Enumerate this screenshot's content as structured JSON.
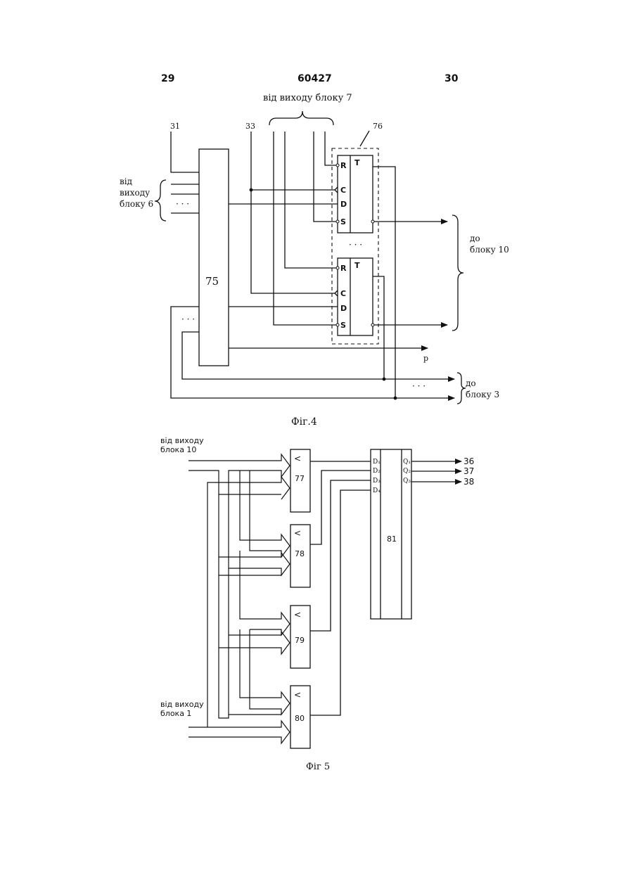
{
  "header": {
    "left_page": "29",
    "doc_number": "60427",
    "right_page": "30"
  },
  "fig4": {
    "caption": "Фіг.4",
    "block_75": "75",
    "block_76": "76",
    "bus_31": "31",
    "bus_33": "33",
    "from_block7": "від виходу блоку 7",
    "from_block6": [
      "від",
      "виходу",
      "блоку 6"
    ],
    "to_block10": [
      "до",
      "блоку 10"
    ],
    "to_block3": [
      "до",
      "блоку 3"
    ],
    "output_p": "р",
    "trigger_pins": [
      "R",
      "C",
      "D",
      "S"
    ],
    "trigger_label": "T",
    "ellipsis": "· · ·"
  },
  "fig5": {
    "caption": "Фіг 5",
    "from_block10": [
      "від виходу",
      "блока 10"
    ],
    "from_block1": [
      "від виходу",
      "блока 1"
    ],
    "comparators": [
      "77",
      "78",
      "79",
      "80"
    ],
    "less_sign": "<",
    "block_81": "81",
    "d_inputs": [
      "D₁",
      "D₂",
      "D₃",
      "D₄"
    ],
    "q_outputs": [
      "Q₁",
      "Q₂",
      "Q₃"
    ],
    "outputs": [
      "36",
      "37",
      "38"
    ]
  }
}
